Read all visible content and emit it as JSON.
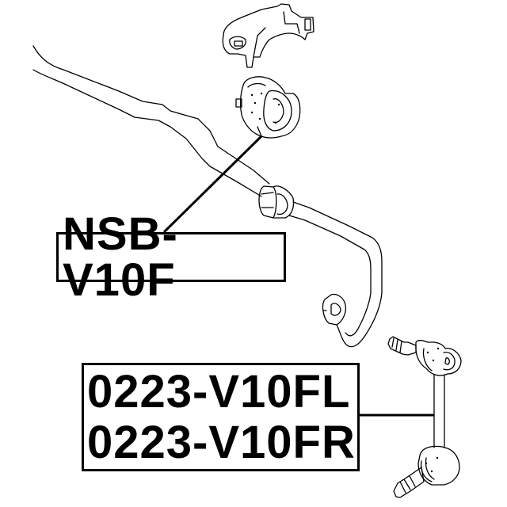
{
  "diagram": {
    "type": "auto-parts exploded illustration",
    "background": "#ffffff",
    "line_color": "#000000",
    "parts": [
      {
        "id": "bracket",
        "name": "stabilizer bushing bracket"
      },
      {
        "id": "bushing",
        "name": "stabilizer bar bushing"
      },
      {
        "id": "stabilizer-bar",
        "name": "stabilizer bar"
      },
      {
        "id": "stabilizer-link",
        "name": "stabilizer link"
      }
    ],
    "labels": [
      {
        "id": "nsb",
        "part_numbers": [
          "NSB-V10F"
        ],
        "points_to": "bushing"
      },
      {
        "id": "link",
        "part_numbers": [
          "0223-V10FL",
          "0223-V10FR"
        ],
        "points_to": "stabilizer-link"
      }
    ]
  }
}
